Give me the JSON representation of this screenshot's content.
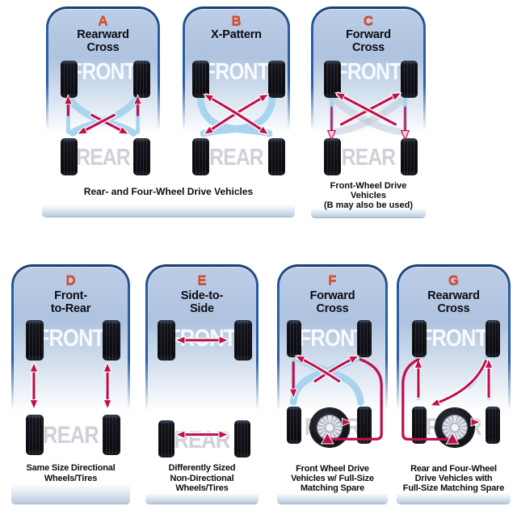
{
  "diagram": {
    "front_label": "FRONT",
    "rear_label": "REAR"
  },
  "panels": {
    "a": {
      "letter": "A",
      "title1": "Rearward",
      "title2": "Cross"
    },
    "b": {
      "letter": "B",
      "title1": "X-Pattern"
    },
    "c": {
      "letter": "C",
      "title1": "Forward",
      "title2": "Cross",
      "caption1": "Front-Wheel Drive",
      "caption2": "Vehicles",
      "caption3": "(B may also be used)"
    },
    "d": {
      "letter": "D",
      "title1": "Front-",
      "title2": "to-Rear",
      "caption1": "Same Size Directional",
      "caption2": "Wheels/Tires"
    },
    "e": {
      "letter": "E",
      "title1": "Side-to-",
      "title2": "Side",
      "caption1": "Differently Sized",
      "caption2": "Non-Directional",
      "caption3": "Wheels/Tires"
    },
    "f": {
      "letter": "F",
      "title1": "Forward",
      "title2": "Cross",
      "caption1": "Front Wheel Drive",
      "caption2": "Vehicles w/ Full-Size",
      "caption3": "Matching Spare"
    },
    "g": {
      "letter": "G",
      "title1": "Rearward",
      "title2": "Cross",
      "caption1": "Rear and Four-Wheel",
      "caption2": "Drive Vehicles with",
      "caption3": "Full-Size Matching Spare"
    },
    "ab_caption": "Rear- and Four-Wheel Drive Vehicles"
  },
  "colors": {
    "arrow_crimson": "#c0104a",
    "band_blue": "#a8d4f0",
    "panel_border_navy": "#2a5ea8",
    "panel_fill_top": "#aec3df",
    "letter_orange": "#e2491f",
    "ghost_front": "#ffffff",
    "ghost_rear": "#cbcbd6",
    "caption_text": "#0d0d12"
  }
}
